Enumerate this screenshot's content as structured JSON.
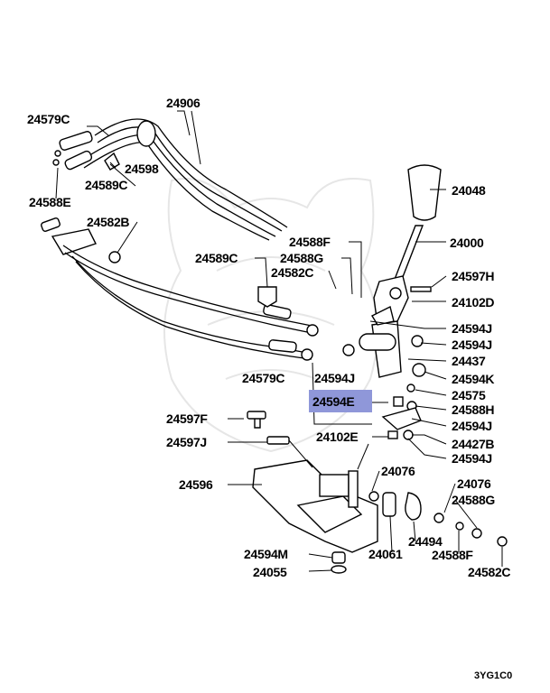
{
  "diagram": {
    "code": "3YG1C0",
    "highlight_color": "#8f97d9",
    "labels": {
      "p24579C_top": "24579C",
      "p24906": "24906",
      "p24598": "24598",
      "p24589C_top": "24589C",
      "p24588E": "24588E",
      "p24582B": "24582B",
      "p24048": "24048",
      "p24000": "24000",
      "p24588F_top": "24588F",
      "p24588G_top": "24588G",
      "p24589C_mid": "24589C",
      "p24582C_top": "24582C",
      "p24597H": "24597H",
      "p24102D": "24102D",
      "p24594J_1": "24594J",
      "p24594J_2": "24594J",
      "p24437": "24437",
      "p24594K": "24594K",
      "p24579C_mid": "24579C",
      "p24594J_mid": "24594J",
      "p24575": "24575",
      "p24594E": "24594E",
      "p24588H": "24588H",
      "p24594J_3": "24594J",
      "p24597F": "24597F",
      "p24427B": "24427B",
      "p24102E": "24102E",
      "p24597J": "24597J",
      "p24594J_4": "24594J",
      "p24076_a": "24076",
      "p24076_b": "24076",
      "p24596": "24596",
      "p24588G_bot": "24588G",
      "p24494": "24494",
      "p24588F_bot": "24588F",
      "p24594M": "24594M",
      "p24061": "24061",
      "p24055": "24055",
      "p24582C_bot": "24582C"
    }
  }
}
